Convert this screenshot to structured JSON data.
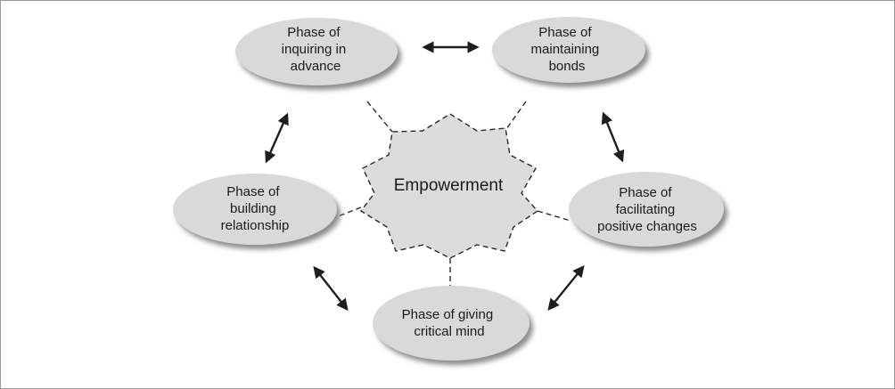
{
  "center": {
    "label": "Empowerment",
    "fill": "#dcdcdc"
  },
  "nodes": [
    {
      "id": "inquiring",
      "lines": [
        "Phase of",
        "inquiring in",
        "advance"
      ]
    },
    {
      "id": "maintaining",
      "lines": [
        "Phase of",
        "maintaining",
        "bonds"
      ]
    },
    {
      "id": "facilitating",
      "lines": [
        "Phase of",
        "facilitating",
        "positive changes"
      ]
    },
    {
      "id": "giving",
      "lines": [
        "Phase of giving",
        "critical mind"
      ]
    },
    {
      "id": "building",
      "lines": [
        "Phase of",
        "building",
        "relationship"
      ]
    }
  ],
  "colors": {
    "node_fill": "#d9d9d9",
    "node_shadow": "#8c8c8c",
    "arrow": "#1e1e1e",
    "dash": "#2a2a2a"
  }
}
